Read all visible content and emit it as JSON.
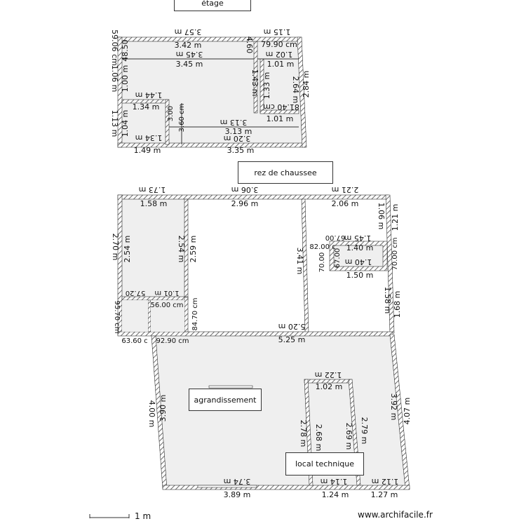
{
  "labels": {
    "etage": "étage",
    "rdc": "rez de  chaussee",
    "agrandissement": "agrandissement",
    "local_technique": "local technique"
  },
  "footer": {
    "scale": "1 m",
    "site": "www.archifacile.fr"
  },
  "colors": {
    "wall": "#6b6b6b",
    "floor": "#f0f0f0"
  },
  "dims": {
    "etage": {
      "top_outer": "3.57 m",
      "top_inner": "3.42 m",
      "mid1_a": "3.45 m",
      "mid1_b": "3.45 m",
      "r_top_outer": "1.15 m",
      "r_top_inner": "79.90 cm",
      "r_mid_a": "1.02 m",
      "r_mid_b": "1.01 m",
      "r_bot_a": "81.40 cm",
      "r_bot_b": "1.01 m",
      "left_top_outer": "59.06 cm",
      "left_top_inner": "48.50",
      "left_mid_outer": "1.06 m",
      "left_mid_inner": "1.00 m",
      "left_bot_outer": "1.13 m",
      "left_bot_inner": "1.04 m",
      "closet_top_a": "1.44 m",
      "closet_top_b": "1.34 m",
      "closet_bot_a": "1.34 m",
      "closet_bot_b": "1.49 m",
      "closet_v_a": "3.00",
      "closet_v_b": "3.60 cm",
      "c_v1": "4.60",
      "c_v2": "1.43 m",
      "r_v1": "1.33 m",
      "r_v2": "2.64 m",
      "r_v3": "2.84 m",
      "mid2_a": "3.13 m",
      "mid2_b": "3.13 m",
      "bot_a": "3.20 m",
      "bot_b": "3.35 m"
    },
    "rdc": {
      "top1_outer": "1.73 m",
      "top1_inner": "1.58 m",
      "top2_outer": "3.06 m",
      "top2_inner": "2.96 m",
      "top3_outer": "2.21 m",
      "top3_inner": "2.06 m",
      "left_outer": "2.70 m",
      "left_inner": "2.54 m",
      "mid_v_a": "2.54 m",
      "mid_v_b": "2.59 m",
      "r_v_a": "1.06 m",
      "r_v_b": "1.21 m",
      "sq_top_a": "1.45 m",
      "sq_top_b": "1.40 m",
      "sq_bot_a": "1.40 m",
      "sq_bot_b": "1.50 m",
      "sq_l_a": "82.00 c",
      "sq_l_b": "67.00",
      "sq_r_a": "67.00",
      "sq_r_b": "70.00 cm",
      "c_v_a": "3.41 m",
      "c_v_b": "70.00",
      "r_v2_a": "1.58 m",
      "r_v2_b": "1.68 m",
      "sm_top_a": "1.01 m",
      "sm_top_b": "57.20",
      "sm_mid": "56.00 cm",
      "sm_v": "84.70 cm",
      "sm_l": "95.70 cm",
      "sm_bot_a": "63.60 c",
      "sm_bot_b": "92.90 cm",
      "mid_h_a": "5.20 m",
      "mid_h_b": "5.25 m",
      "big_l_a": "4.00 m",
      "big_l_b": "3.90 m",
      "big_r_a": "3.92 m",
      "big_r_b": "4.07 m",
      "lt_top_a": "1.22 m",
      "lt_top_b": "1.02 m",
      "lt_l_a": "2.78 m",
      "lt_l_b": "2.68 m",
      "lt_r_a": "2.69 m",
      "lt_r_b": "2.79 m",
      "bot1_a": "3.74 m",
      "bot1_b": "3.89 m",
      "bot2_a": "1.14 m",
      "bot2_b": "1.24 m",
      "bot3_a": "1.12 m",
      "bot3_b": "1.27 m"
    }
  }
}
